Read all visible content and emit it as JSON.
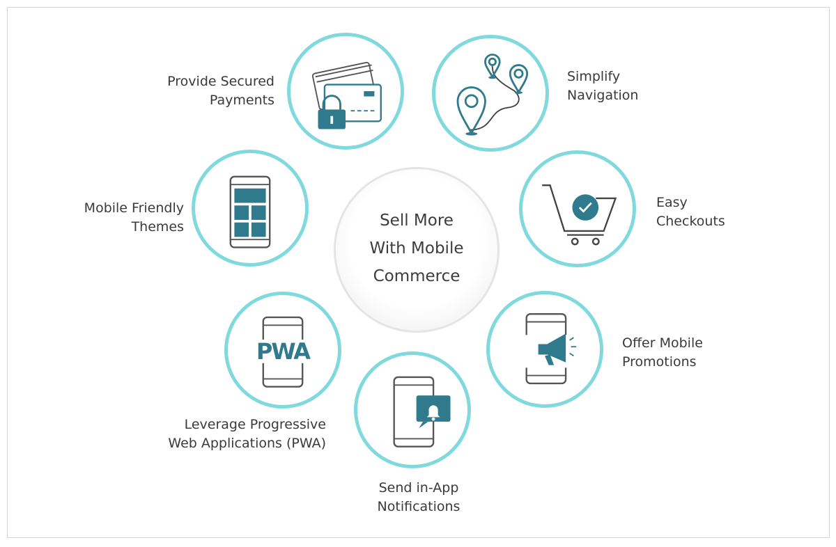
{
  "center": {
    "title_lines": [
      "Sell More",
      "With Mobile",
      "Commerce"
    ]
  },
  "features": [
    {
      "id": "payments",
      "icon": "credit-card-lock-icon",
      "lines": [
        "Provide Secured",
        "Payments"
      ]
    },
    {
      "id": "navigation",
      "icon": "map-pins-route-icon",
      "lines": [
        "Simplify",
        "Navigation"
      ]
    },
    {
      "id": "themes",
      "icon": "mobile-grid-icon",
      "lines": [
        "Mobile Friendly",
        "Themes"
      ]
    },
    {
      "id": "checkouts",
      "icon": "cart-check-icon",
      "lines": [
        "Easy",
        "Checkouts"
      ]
    },
    {
      "id": "pwa",
      "icon": "pwa-phone-icon",
      "lines": [
        "Leverage Progressive",
        "Web Applications (PWA)"
      ],
      "icon_text": "PWA"
    },
    {
      "id": "promotions",
      "icon": "megaphone-phone-icon",
      "lines": [
        "Offer Mobile",
        "Promotions"
      ]
    },
    {
      "id": "notifications",
      "icon": "bell-phone-icon",
      "lines": [
        "Send in-App",
        "Notifications"
      ]
    }
  ],
  "colors": {
    "ring": "#7fd9dd",
    "icon_accent": "#2f7a8c",
    "icon_line": "#555555",
    "text": "#3a3a3a"
  }
}
